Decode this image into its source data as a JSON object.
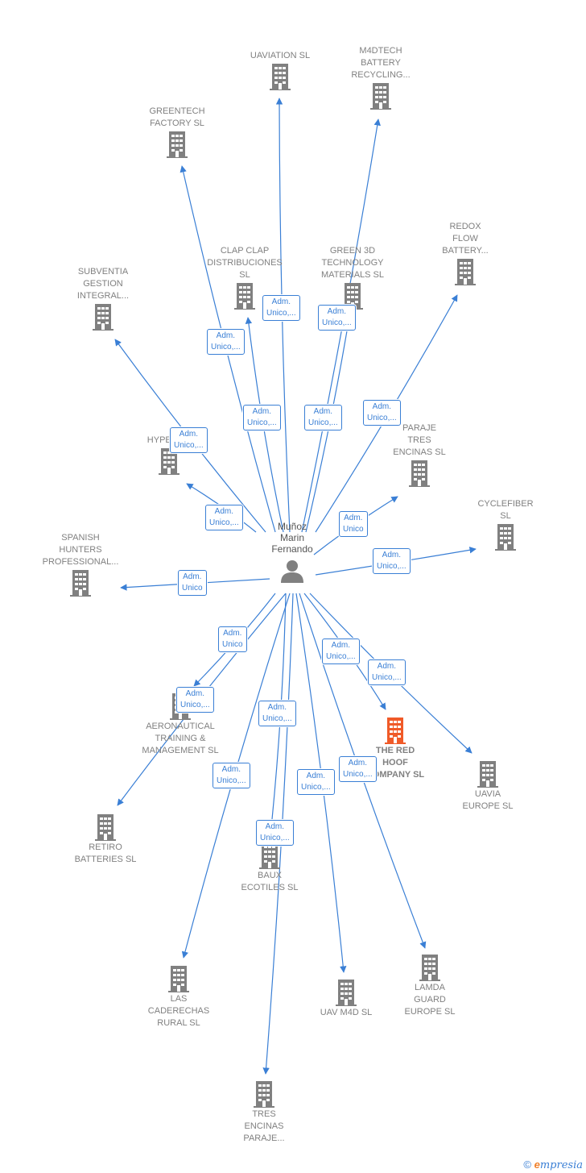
{
  "center": {
    "label": "Muñoz\nMarin\nFernando",
    "icon": "person-icon"
  },
  "colors": {
    "edge": "#3a7fd5",
    "building": "#808080",
    "highlight": "#f05a28"
  },
  "companies": [
    {
      "id": "uaviation",
      "label": "UAVIATION  SL",
      "highlight": false
    },
    {
      "id": "m4dtech",
      "label": "M4DTECH\nBATTERY\nRECYCLING...",
      "highlight": false
    },
    {
      "id": "greentech",
      "label": "GREENTECH\nFACTORY  SL",
      "highlight": false
    },
    {
      "id": "redox",
      "label": "REDOX\nFLOW\nBATTERY...",
      "highlight": false
    },
    {
      "id": "clapclap",
      "label": "CLAP CLAP\nDISTRIBUCIONES\nSL",
      "highlight": false
    },
    {
      "id": "green3d",
      "label": "GREEN 3D\nTECHNOLOGY\nMATERIALS  SL",
      "highlight": false
    },
    {
      "id": "subventia",
      "label": "SUBVENTIA\nGESTION\nINTEGRAL...",
      "highlight": false
    },
    {
      "id": "hypera",
      "label": "HYPERA...",
      "highlight": false
    },
    {
      "id": "paraje",
      "label": "PARAJE\nTRES\nENCINAS  SL",
      "highlight": false
    },
    {
      "id": "cyclefiber",
      "label": "CYCLEFIBER\nSL",
      "highlight": false
    },
    {
      "id": "spanish",
      "label": "SPANISH\nHUNTERS\nPROFESSIONAL...",
      "highlight": false
    },
    {
      "id": "aeronautical",
      "label": "AERONAUTICAL\nTRAINING &\nMANAGEMENT SL",
      "highlight": false
    },
    {
      "id": "redhoof",
      "label": "THE RED\nHOOF\nCOMPANY  SL",
      "highlight": true
    },
    {
      "id": "uavia",
      "label": "UAVIA\nEUROPE  SL",
      "highlight": false
    },
    {
      "id": "retiro",
      "label": "RETIRO\nBATTERIES  SL",
      "highlight": false
    },
    {
      "id": "baux",
      "label": "BAUX\nECOTILES  SL",
      "highlight": false
    },
    {
      "id": "caderechas",
      "label": "LAS\nCADERECHAS\nRURAL  SL",
      "highlight": false
    },
    {
      "id": "uavm4d",
      "label": "UAV M4D  SL",
      "highlight": false
    },
    {
      "id": "lamda",
      "label": "LAMDA\nGUARD\nEUROPE  SL",
      "highlight": false
    },
    {
      "id": "tresencinas",
      "label": "TRES\nENCINAS\nPARAJE...",
      "highlight": false
    }
  ],
  "roles": [
    {
      "id": "r-uaviation",
      "label": "Adm.\nUnico,..."
    },
    {
      "id": "r-m4dtech",
      "label": "Adm.\nUnico,..."
    },
    {
      "id": "r-greentech",
      "label": "Adm.\nUnico,..."
    },
    {
      "id": "r-redox",
      "label": "Adm.\nUnico,..."
    },
    {
      "id": "r-clapclap",
      "label": "Adm.\nUnico,..."
    },
    {
      "id": "r-green3d",
      "label": "Adm.\nUnico,..."
    },
    {
      "id": "r-subventia",
      "label": "Adm.\nUnico,..."
    },
    {
      "id": "r-hypera",
      "label": "Adm.\nUnico,..."
    },
    {
      "id": "r-paraje",
      "label": "Adm.\nUnico"
    },
    {
      "id": "r-cyclefiber",
      "label": "Adm.\nUnico,..."
    },
    {
      "id": "r-spanish",
      "label": "Adm.\nUnico"
    },
    {
      "id": "r-aeronautical1",
      "label": "Adm.\nUnico"
    },
    {
      "id": "r-aeronautical2",
      "label": "Adm.\nUnico,..."
    },
    {
      "id": "r-redhoof",
      "label": "Adm.\nUnico,..."
    },
    {
      "id": "r-uavia",
      "label": "Adm.\nUnico,..."
    },
    {
      "id": "r-baux",
      "label": "Adm.\nUnico,..."
    },
    {
      "id": "r-caderechas",
      "label": "Adm.\nUnico,..."
    },
    {
      "id": "r-uavm4d",
      "label": "Adm.\nUnico,..."
    },
    {
      "id": "r-lamda",
      "label": "Adm.\nUnico,..."
    },
    {
      "id": "r-tresencinas",
      "label": "Adm.\nUnico,..."
    }
  ],
  "footer": {
    "copyright": "©",
    "brand_initial": "e",
    "brand_rest": "mpresia"
  }
}
